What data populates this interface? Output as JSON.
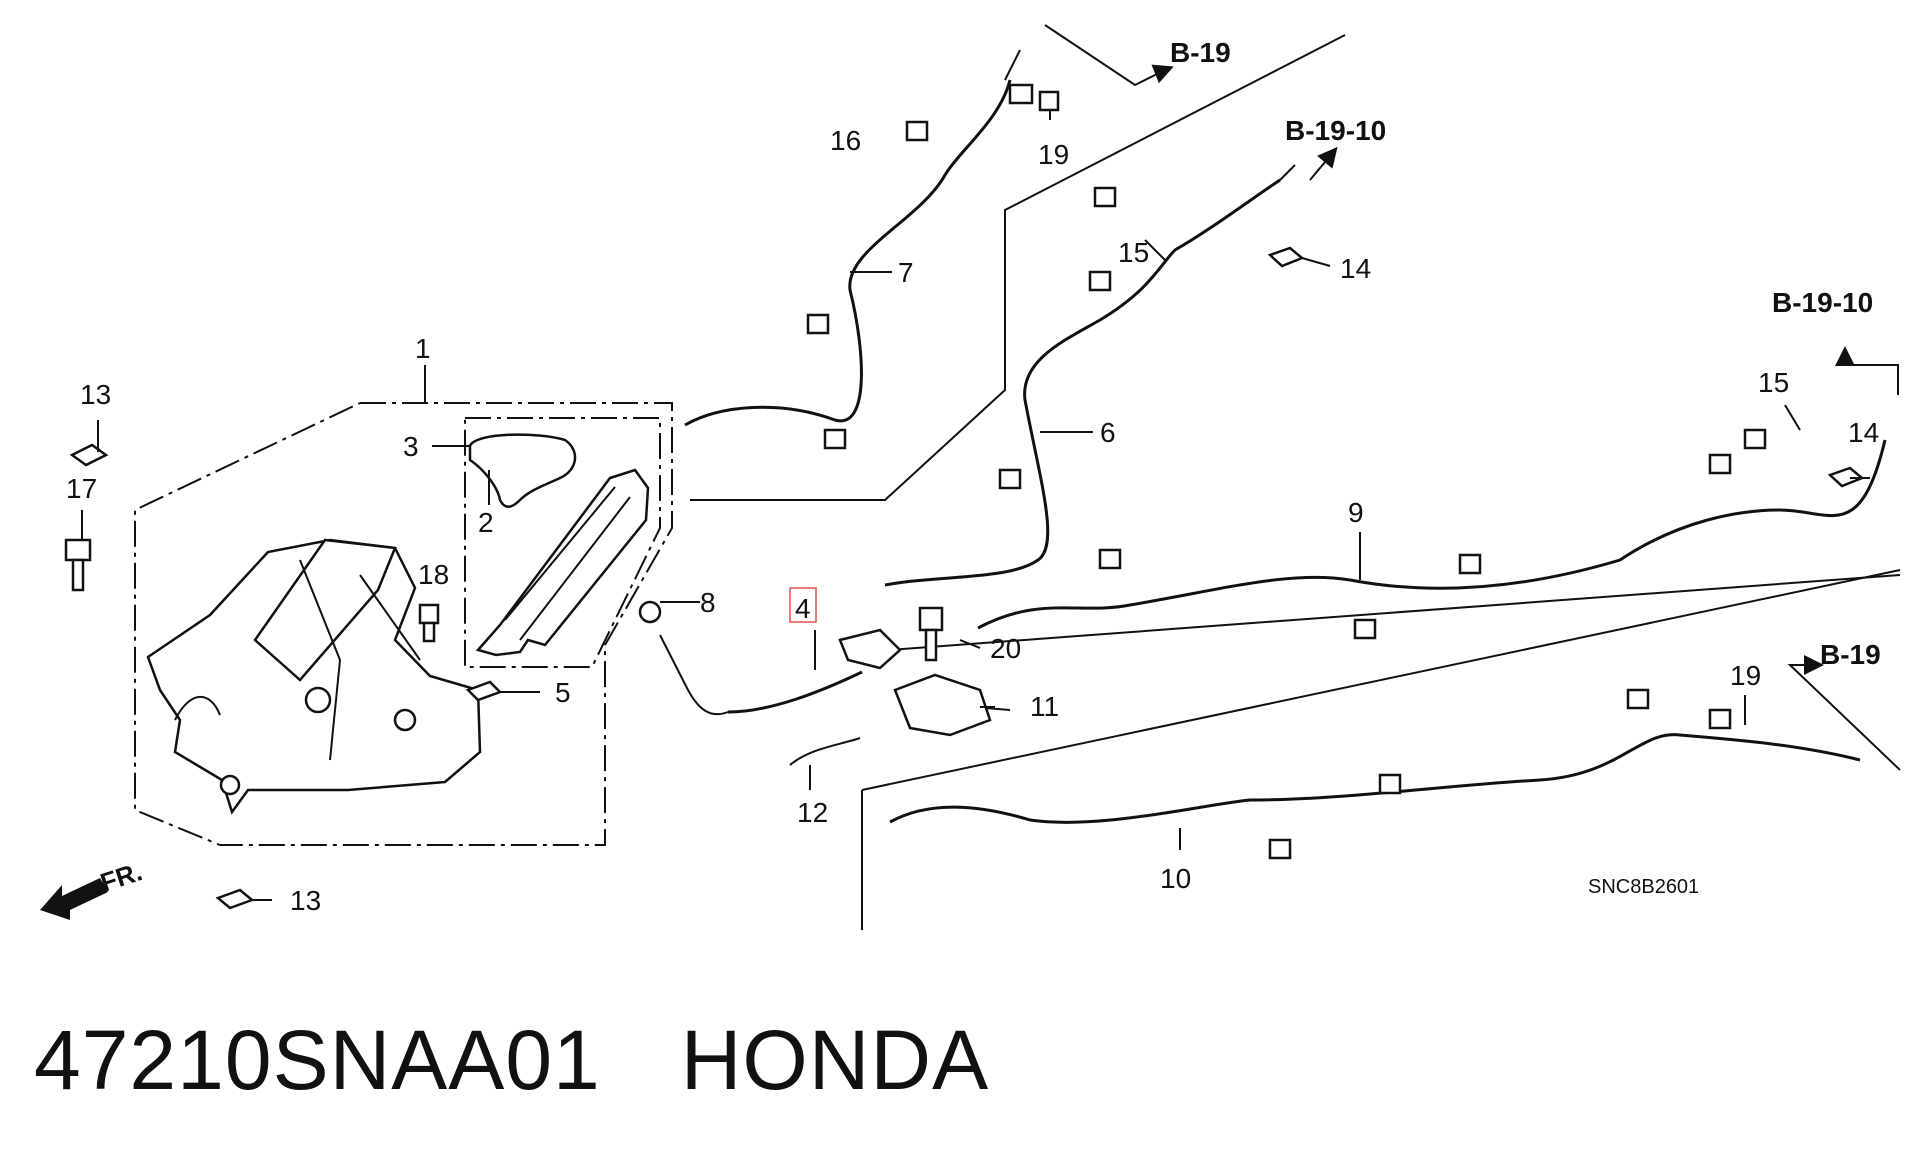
{
  "callouts": {
    "c1": "1",
    "c2": "2",
    "c3": "3",
    "c4": "4",
    "c5": "5",
    "c6": "6",
    "c7": "7",
    "c8": "8",
    "c9": "9",
    "c10": "10",
    "c11": "11",
    "c12": "12",
    "c13a": "13",
    "c13b": "13",
    "c14a": "14",
    "c14b": "14",
    "c15a": "15",
    "c15b": "15",
    "c16": "16",
    "c17": "17",
    "c18": "18",
    "c19a": "19",
    "c19b": "19",
    "c20": "20"
  },
  "highlighted_part": "4",
  "references": {
    "b19_top": "B-19",
    "b1910_top": "B-19-10",
    "b1910_right": "B-19-10",
    "b19_right": "B-19"
  },
  "front_marker": "FR.",
  "diagram_code": "SNC8B2601",
  "footer": {
    "part_number": "47210SNAA01",
    "brand": "HONDA"
  },
  "colors": {
    "line": "#111111",
    "highlight_box": "#e05050",
    "background": "#ffffff"
  }
}
